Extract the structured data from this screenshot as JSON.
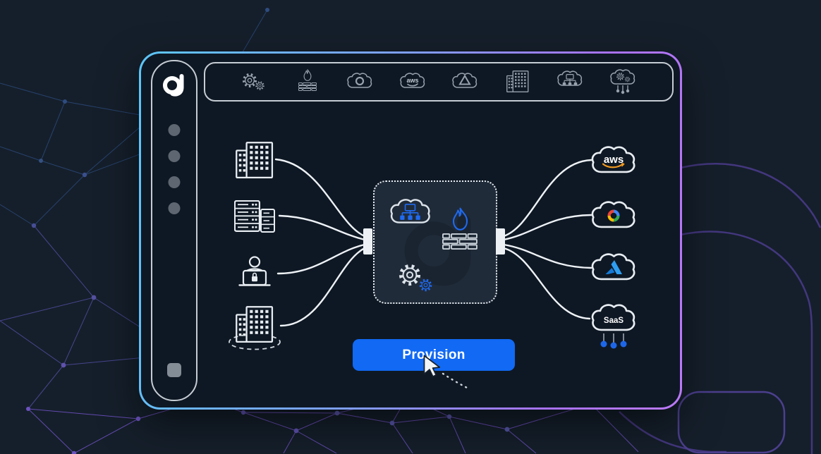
{
  "branding": {
    "logo_letter": "a"
  },
  "sidebar": {
    "nav_dot_count": 4
  },
  "toolbar": {
    "icons": [
      "gears",
      "firewall",
      "google-cloud",
      "aws-cloud",
      "azure-cloud",
      "datacenter-building",
      "cloud-network",
      "cloud-automation"
    ],
    "aws_label": "aws"
  },
  "diagram": {
    "sources": [
      {
        "name": "office-buildings"
      },
      {
        "name": "server-racks"
      },
      {
        "name": "remote-user-laptop"
      },
      {
        "name": "branch-office-buildings"
      }
    ],
    "hub": {
      "watermark_letter": "a",
      "icons": [
        "cloud-network",
        "firewall",
        "gears"
      ]
    },
    "destinations": [
      {
        "name": "aws",
        "label": "aws"
      },
      {
        "name": "google-cloud",
        "label": ""
      },
      {
        "name": "azure",
        "label": ""
      },
      {
        "name": "saas",
        "label": "SaaS"
      }
    ]
  },
  "actions": {
    "provision": "Provision"
  },
  "colors": {
    "accent_blue": "#1f6af0",
    "button_blue": "#1169f4",
    "aws_orange": "#f49b1f",
    "border_gradient": [
      "#5cc6f7",
      "#7e9df3",
      "#bb79f8"
    ]
  }
}
